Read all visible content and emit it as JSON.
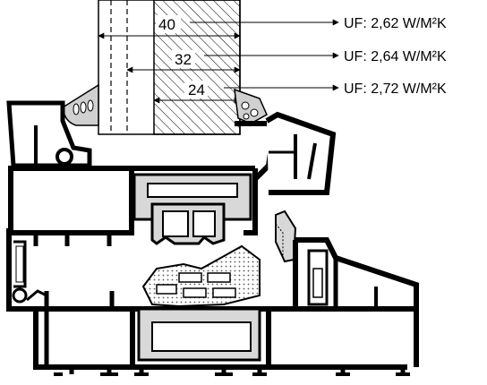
{
  "dimensions": [
    {
      "value": "40",
      "uf_label": "UF: 2,62 W/M²K"
    },
    {
      "value": "32",
      "uf_label": "UF: 2,64 W/M²K"
    },
    {
      "value": "24",
      "uf_label": "UF: 2,72 W/M²K"
    }
  ],
  "colors": {
    "profile": "#000000",
    "gasket": "#d8d8d8",
    "insulation": "#ffffff",
    "hatch": "#000000",
    "background": "#ffffff"
  }
}
